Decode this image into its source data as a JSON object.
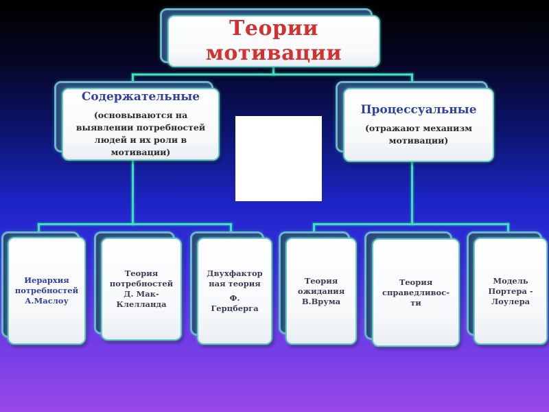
{
  "root": {
    "title_line1": "Теории",
    "title_line2": "мотивации"
  },
  "categories": [
    {
      "title": "Содержательные",
      "description": [
        "(основываются на",
        "выявлении потребностей",
        "людей и их роли в",
        "мотивации)"
      ]
    },
    {
      "title": "Процессуальные",
      "description": [
        "(отражают механизм",
        "мотивации)"
      ]
    }
  ],
  "leaves": [
    {
      "lines": [
        "Иерархия",
        "потребностей",
        "А.Маслоу"
      ]
    },
    {
      "lines": [
        "Теория",
        "потребностей",
        "Д. Мак-",
        "Клелланда"
      ]
    },
    {
      "lines": [
        "Двухфактор",
        "ная теория",
        "",
        "Ф.",
        "Герцберга"
      ]
    },
    {
      "lines": [
        "Теория",
        "ожидания",
        "В.Врума"
      ]
    },
    {
      "lines": [
        "Теория",
        "справедливос-",
        "ти"
      ]
    },
    {
      "lines": [
        "Модель",
        "Портера -",
        "Лоулера"
      ]
    }
  ],
  "colors": {
    "title_red": "#d2322f",
    "heading_blue": "#2f3fa6",
    "connector": "#3fe0b8"
  }
}
